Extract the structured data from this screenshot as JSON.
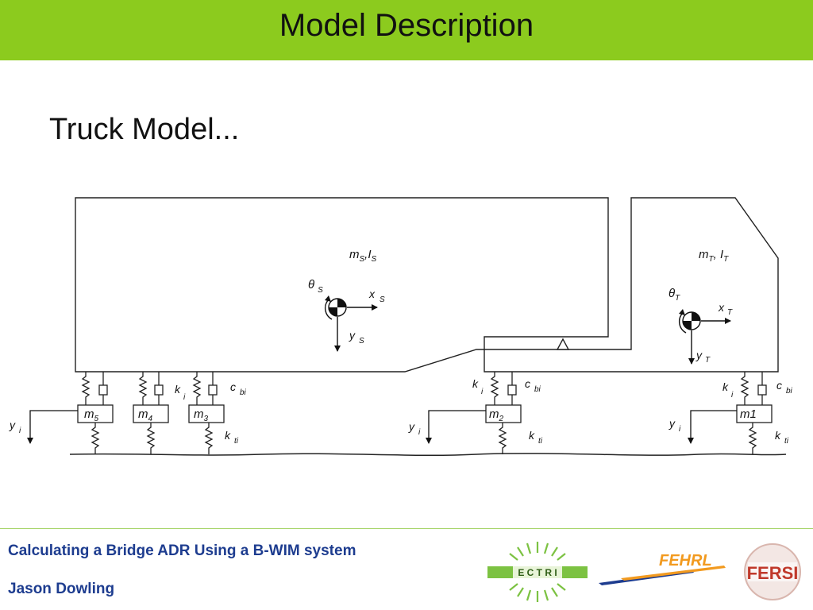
{
  "slide": {
    "title": "Model Description",
    "subtitle": "Truck Model..."
  },
  "diagram": {
    "trailer": {
      "mass_label": "m",
      "mass_sub": "S",
      "mass_sep": ",",
      "inertia_label": "I",
      "inertia_sub": "S",
      "theta": "θ",
      "theta_sub": "S",
      "x": "x",
      "x_sub": "S",
      "y": "y",
      "y_sub": "S"
    },
    "tractor": {
      "mass_label": "m",
      "mass_sub": "T",
      "mass_sep": ", ",
      "inertia_label": "I",
      "inertia_sub": "T",
      "theta": "θ",
      "theta_sub": "T",
      "x": "x",
      "x_sub": "T",
      "y": "y",
      "y_sub": "T"
    },
    "axles": {
      "m5": {
        "base": "m",
        "sub": "5"
      },
      "m4": {
        "base": "m",
        "sub": "4"
      },
      "m3": {
        "base": "m",
        "sub": "3"
      },
      "m2": {
        "base": "m",
        "sub": "2"
      },
      "m1": {
        "text": "m1"
      }
    },
    "labels": {
      "k": "k",
      "k_sub": "i",
      "c": "c",
      "c_sub": "bi",
      "kt": "k",
      "kt_sub": "ti",
      "y": "y",
      "y_sub": "i"
    }
  },
  "footer": {
    "title": "Calculating a Bridge ADR Using a B-WIM system",
    "author": "Jason Dowling"
  },
  "logos": {
    "ectri": "E C T R I",
    "fehrl": "FEHRL",
    "fersi": "FERSI"
  },
  "colors": {
    "header": "#8ccb1e",
    "footer_text": "#1d3c8f",
    "ectri_green": "#7cc242",
    "fehrl_orange": "#f29a1f",
    "fersi_red": "#c0392b"
  }
}
